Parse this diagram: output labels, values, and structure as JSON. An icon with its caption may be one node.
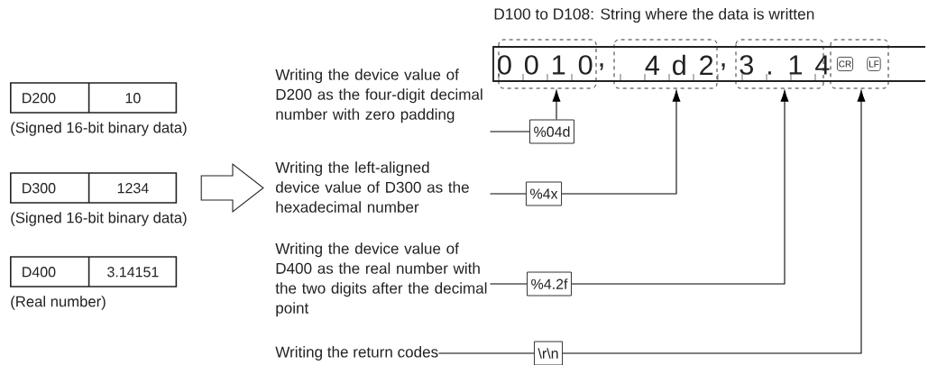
{
  "diagram": {
    "nodes": [
      {
        "text": [
          "D200",
          "10"
        ],
        "beside": [
          "(Signed 16-bit binary data)"
        ]
      },
      {
        "text": [
          "D300",
          "1234"
        ],
        "beside": [
          "(Signed 16-bit binary data)"
        ]
      },
      {
        "text": [
          "D400",
          "3.14151"
        ],
        "beside": [
          "(Real number)"
        ]
      },
      {
        "text": [
          "Writing the device value of D200 as the four-digit decimal number with zero padding"
        ]
      },
      {
        "text": [
          "Writing the left-aligned device value of D300 as the hexadecimal number"
        ]
      },
      {
        "text": [
          "Writing the device value of D400 as the real number with the two digits after the decimal point"
        ]
      },
      {
        "text": [
          "Writing the return codes"
        ]
      },
      {
        "text": [
          "%04d"
        ]
      },
      {
        "text": [
          "%4x"
        ]
      },
      {
        "text": [
          "%4.2f"
        ]
      },
      {
        "text": [
          "\\r\\n"
        ]
      },
      {
        "text": [
          "D100 to D108: String where the data is written"
        ]
      },
      {
        "text": [
          "0 0 1 0"
        ]
      },
      {
        "text": [
          "4 d 2"
        ]
      },
      {
        "text": [
          "3 . 1 4"
        ]
      },
      {
        "text": [
          "CR",
          "LF"
        ]
      }
    ],
    "edges": [
      {
        "from": 3,
        "to": 7,
        "arrow": "none"
      },
      {
        "from": 4,
        "to": 8,
        "arrow": "none"
      },
      {
        "from": 5,
        "to": 9,
        "arrow": "none"
      },
      {
        "from": 6,
        "to": 10,
        "arrow": "none"
      },
      {
        "from": 7,
        "to": 12,
        "arrow": "to"
      },
      {
        "from": 8,
        "to": 13,
        "arrow": "to"
      },
      {
        "from": 9,
        "to": 14,
        "arrow": "to"
      },
      {
        "from": 10,
        "to": 15,
        "arrow": "to"
      },
      {
        "from": 1,
        "to": 4,
        "arrow": "to"
      }
    ],
    "labels": [
      ",",
      ","
    ]
  }
}
